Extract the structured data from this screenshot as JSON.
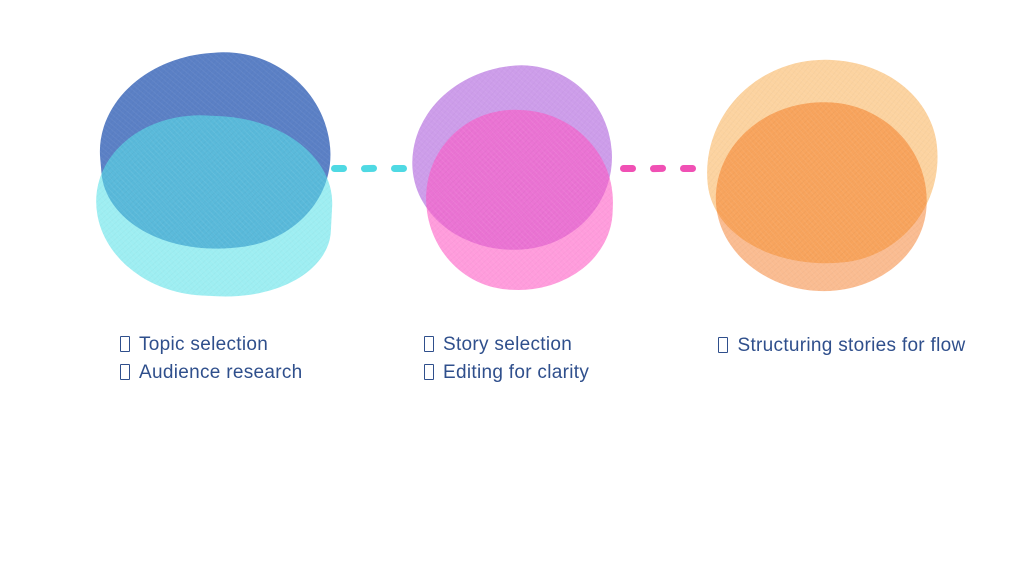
{
  "slide": {
    "background_color": "#FFFFFF",
    "text_color": "#2F4F8C"
  },
  "stages": [
    {
      "name": "stage-1",
      "bullet_icon": "missing-glyph-box",
      "items": [
        "Topic selection",
        "Audience research"
      ],
      "blob": {
        "back_color": "#5B80C5",
        "front_color": "rgba(88, 226, 233, 0.58)"
      }
    },
    {
      "name": "stage-2",
      "bullet_icon": "missing-glyph-box",
      "items": [
        "Story selection",
        "Editing for clarity"
      ],
      "blob": {
        "back_color": "#CD9DEA",
        "front_color": "rgba(255, 85, 194, 0.58)"
      }
    },
    {
      "name": "stage-3",
      "bullet_icon": "missing-glyph-box",
      "items": [
        "Structuring stories for flow"
      ],
      "blob": {
        "back_color": "#FCD3A0",
        "front_color": "rgba(245, 106, 11, 0.45)"
      }
    }
  ],
  "connectors": [
    {
      "style": "dashed",
      "color": "#4FD9E3"
    },
    {
      "style": "dashed",
      "color": "#F050B4"
    }
  ]
}
